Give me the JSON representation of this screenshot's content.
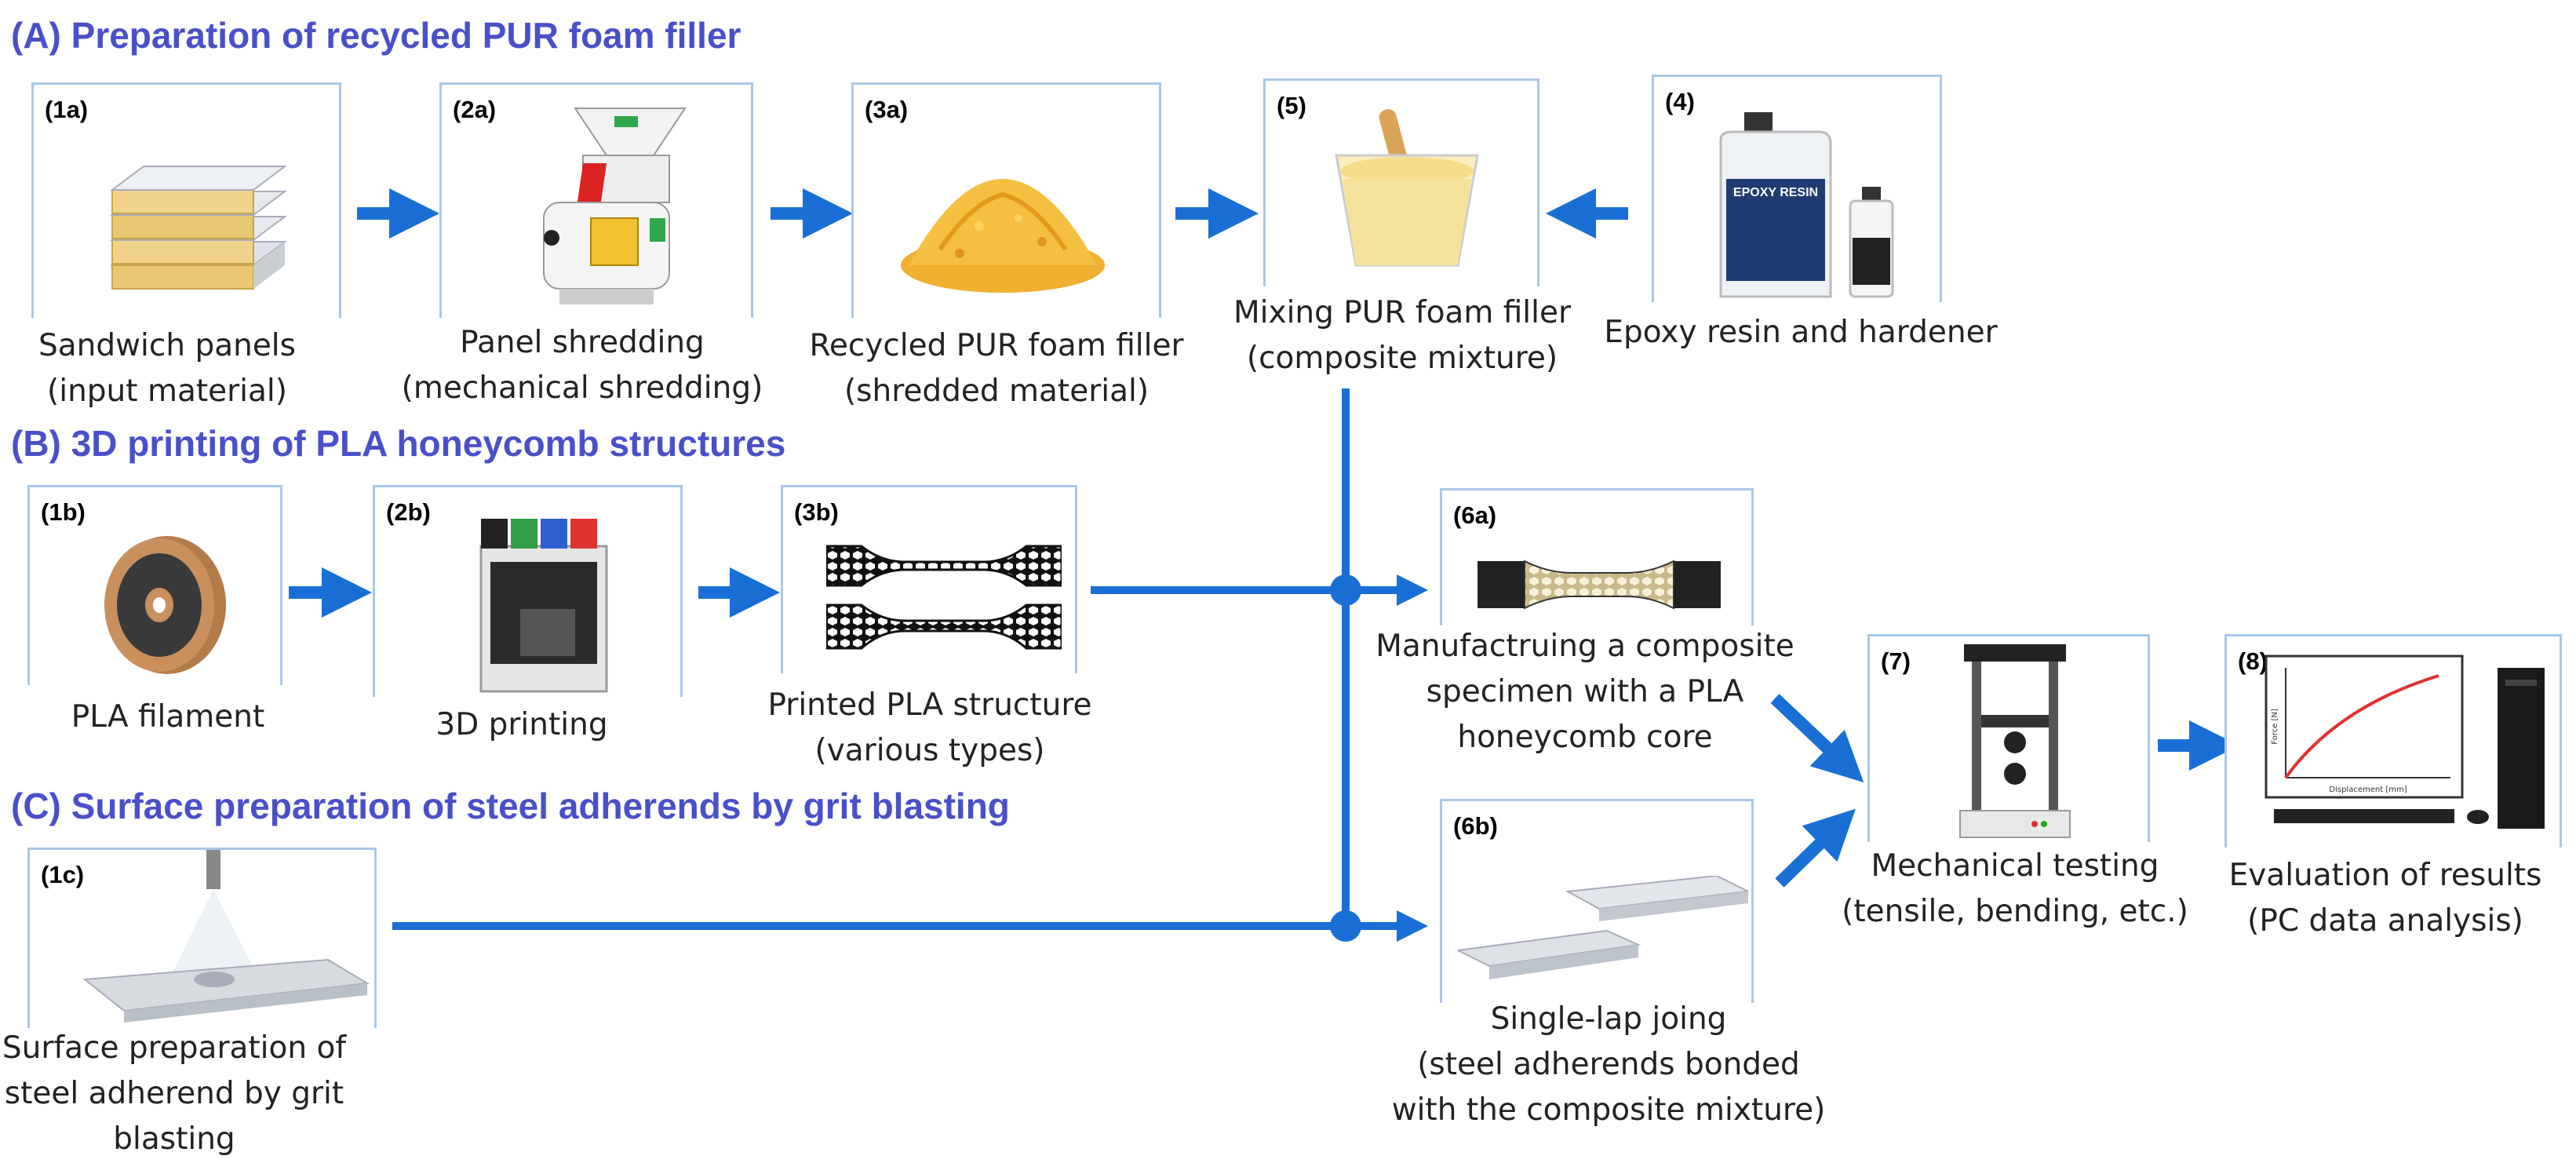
{
  "sections": {
    "a": "(A) Preparation of recycled PUR foam filler",
    "b": "(B) 3D printing of PLA honeycomb structures",
    "c": "(C) Surface preparation of steel adherends by grit blasting"
  },
  "steps": {
    "s1a": {
      "label": "(1a)",
      "caption": [
        "Sandwich panels",
        "(input material)"
      ]
    },
    "s2a": {
      "label": "(2a)",
      "caption": [
        "Panel shredding",
        "(mechanical shredding)"
      ]
    },
    "s3a": {
      "label": "(3a)",
      "caption": [
        "Recycled PUR foam filler",
        "(shredded material)"
      ]
    },
    "s5": {
      "label": "(5)",
      "caption": [
        "Mixing PUR foam filler",
        "(composite mixture)"
      ]
    },
    "s4": {
      "label": "(4)",
      "caption": [
        "Epoxy resin and hardener"
      ],
      "product_text": "EPOXY RESIN"
    },
    "s1b": {
      "label": "(1b)",
      "caption": [
        "PLA filament"
      ]
    },
    "s2b": {
      "label": "(2b)",
      "caption": [
        "3D printing"
      ]
    },
    "s3b": {
      "label": "(3b)",
      "caption": [
        "Printed PLA structure",
        "(various types)"
      ]
    },
    "s6a": {
      "label": "(6a)",
      "caption": [
        "Manufactruing a composite",
        "specimen with a PLA",
        "honeycomb core"
      ]
    },
    "s1c": {
      "label": "(1c)",
      "caption": [
        "Surface preparation of",
        "steel adherend by grit",
        "blasting"
      ]
    },
    "s6b": {
      "label": "(6b)",
      "caption": [
        "Single-lap joing",
        "(steel adherends bonded",
        "with the composite mixture)"
      ]
    },
    "s7": {
      "label": "(7)",
      "caption": [
        "Mechanical testing",
        "(tensile, bending, etc.)"
      ]
    },
    "s8": {
      "label": "(8)",
      "caption": [
        "Evaluation of results",
        "(PC data analysis)"
      ],
      "plot_xlabel": "Displacement [mm]",
      "plot_ylabel": "Force [N]"
    }
  },
  "colors": {
    "arrow": "#1a6fd6",
    "section_title": "#4a4fc9",
    "box_border": "#a9c7e8"
  }
}
